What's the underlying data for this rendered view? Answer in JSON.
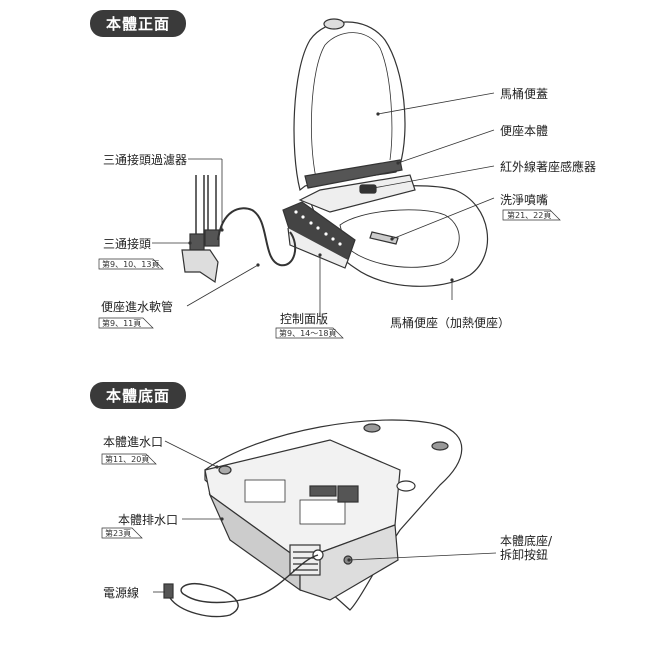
{
  "sections": {
    "front": "本體正面",
    "bottom": "本體底面"
  },
  "front_labels": {
    "lid": "馬桶便蓋",
    "seat_body": "便座本體",
    "ir_sensor": "紅外線著座感應器",
    "nozzle": "洗淨噴嘴",
    "nozzle_ref": "第21、22頁",
    "tee_filter": "三通接頭過濾器",
    "tee": "三通接頭",
    "tee_ref": "第9、10、13頁",
    "hose": "便座進水軟管",
    "hose_ref": "第9、11頁",
    "panel": "控制面版",
    "panel_ref": "第9、14〜18頁",
    "heated_seat": "馬桶便座（加熱便座）"
  },
  "bottom_labels": {
    "inlet": "本體進水口",
    "inlet_ref": "第11、20頁",
    "drain": "本體排水口",
    "drain_ref": "第23頁",
    "base_release": "本體底座/\n拆卸按鈕",
    "cord": "電源線"
  }
}
